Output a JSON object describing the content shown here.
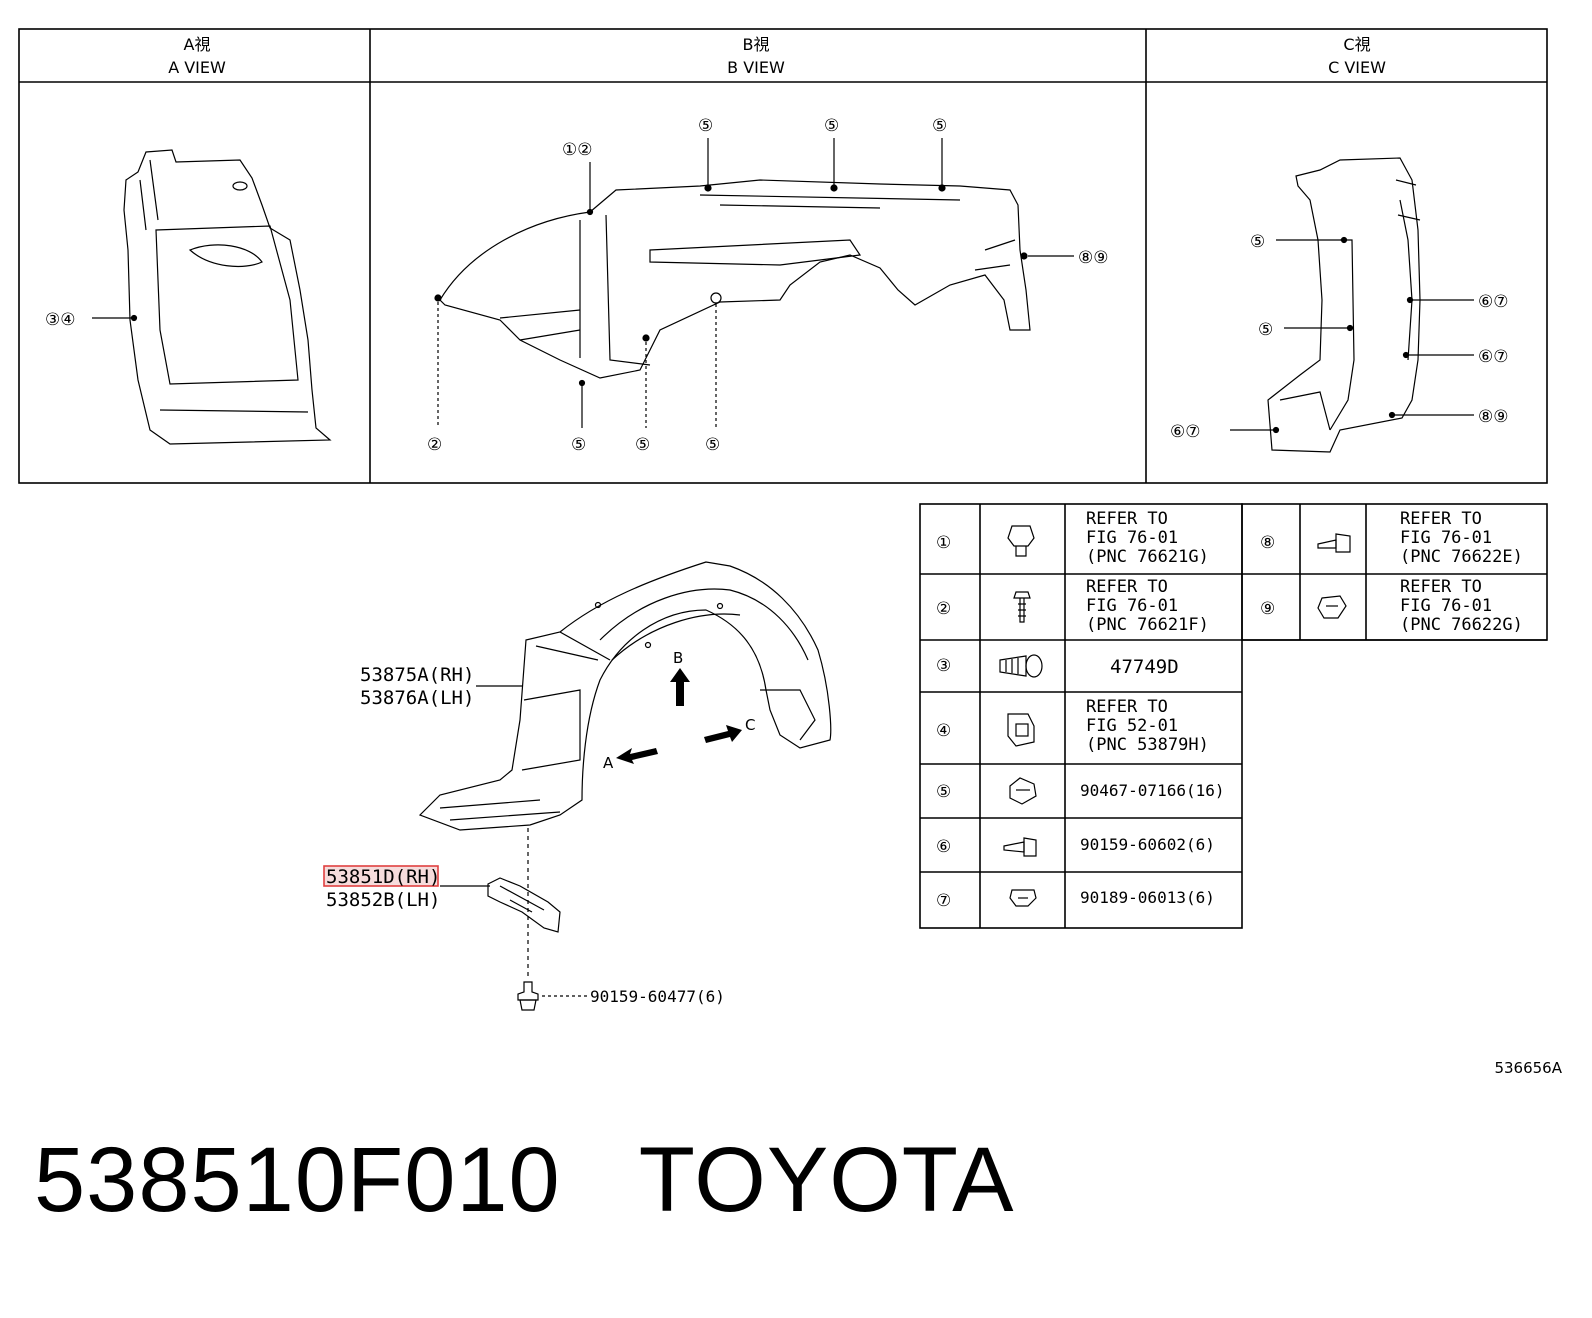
{
  "views": [
    {
      "jp": "A視",
      "en": "A VIEW"
    },
    {
      "jp": "B視",
      "en": "B VIEW"
    },
    {
      "jp": "C視",
      "en": "C VIEW"
    }
  ],
  "callouts": {
    "a_view": [
      "③④"
    ],
    "b_view": [
      "①②",
      "⑤",
      "⑤",
      "⑤",
      "⑧⑨",
      "②",
      "⑤",
      "⑤",
      "⑤"
    ],
    "c_view": [
      "⑤",
      "⑤",
      "⑥⑦",
      "⑥⑦",
      "⑧⑨",
      "⑥⑦"
    ]
  },
  "main_labels": {
    "liner_rh": "53875A(RH)",
    "liner_lh": "53876A(LH)",
    "seal_rh": "53851D(RH)",
    "seal_lh": "53852B(LH)",
    "bolt": "90159-60477(6)",
    "arrow_a": "A",
    "arrow_b": "B",
    "arrow_c": "C"
  },
  "parts_table": {
    "left": [
      {
        "num": "①",
        "icon": "clip-icon",
        "lines": [
          "REFER TO",
          "FIG 76-01",
          "(PNC 76621G)"
        ]
      },
      {
        "num": "②",
        "icon": "screw-icon",
        "lines": [
          "REFER TO",
          "FIG 76-01",
          "(PNC 76621F)"
        ]
      },
      {
        "num": "③",
        "icon": "bolt-icon",
        "lines": [
          "47749D"
        ]
      },
      {
        "num": "④",
        "icon": "nut-clip-icon",
        "lines": [
          "REFER TO",
          "FIG 52-01",
          "(PNC 53879H)"
        ]
      },
      {
        "num": "⑤",
        "icon": "push-clip-icon",
        "lines": [
          "90467-07166(16)"
        ]
      },
      {
        "num": "⑥",
        "icon": "screw-washer-icon",
        "lines": [
          "90159-60602(6)"
        ]
      },
      {
        "num": "⑦",
        "icon": "grommet-icon",
        "lines": [
          "90189-06013(6)"
        ]
      }
    ],
    "right": [
      {
        "num": "⑧",
        "icon": "tapping-screw-icon",
        "lines": [
          "REFER TO",
          "FIG 76-01",
          "(PNC 76622E)"
        ]
      },
      {
        "num": "⑨",
        "icon": "retainer-icon",
        "lines": [
          "REFER TO",
          "FIG 76-01",
          "(PNC 76622G)"
        ]
      }
    ]
  },
  "illustration_code": "536656A",
  "footer": {
    "part_number": "538510F010",
    "brand": "TOYOTA"
  },
  "colors": {
    "highlight": "#e04040",
    "highlight_fill": "#f6dcdc"
  }
}
